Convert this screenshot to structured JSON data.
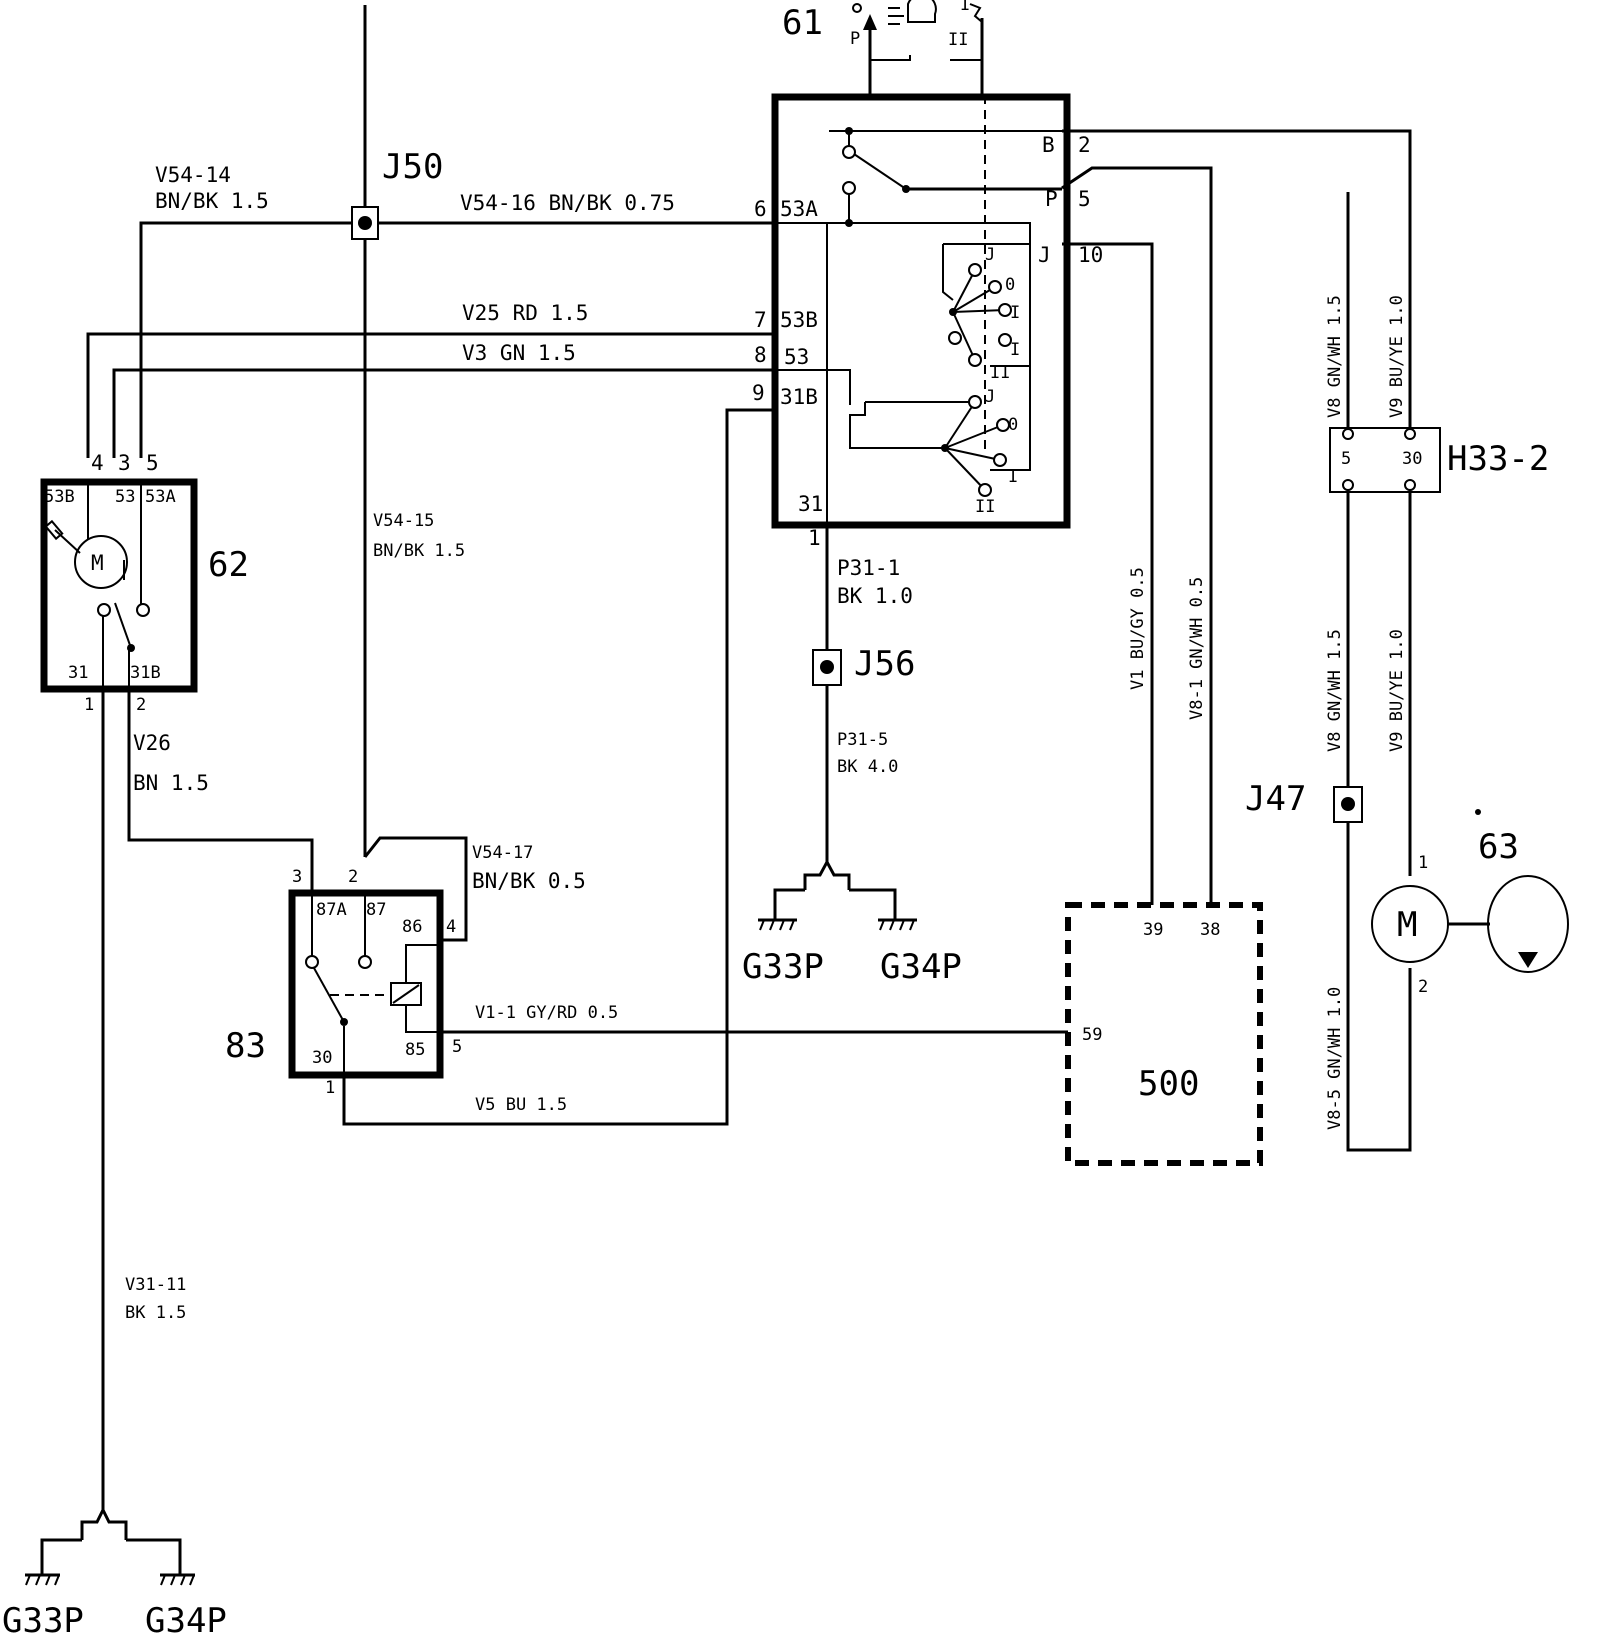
{
  "components": {
    "c61": {
      "id": "61",
      "pins": {
        "P": "P",
        "I": "I",
        "II": "II"
      }
    },
    "c62": {
      "id": "62",
      "motor": "M",
      "pins": {
        "p4": "4",
        "p3": "3",
        "p5": "5",
        "t53b": "53B",
        "t53": "53",
        "t53a": "53A",
        "t31": "31",
        "t31b": "31B",
        "p1": "1",
        "p2": "2"
      }
    },
    "c63": {
      "id": "63",
      "motor": "M",
      "pins": {
        "p1": "1",
        "p2": "2"
      }
    },
    "c83": {
      "id": "83",
      "pins": {
        "p3": "3",
        "p2": "2",
        "t87a": "87A",
        "t87": "87",
        "t86": "86",
        "p4": "4",
        "t85": "85",
        "p5": "5",
        "t30": "30",
        "p1": "1"
      }
    },
    "c500": {
      "id": "500",
      "pins": {
        "p39": "39",
        "p38": "38",
        "p59": "59"
      }
    },
    "switch": {
      "pins": {
        "p6": "6",
        "p7": "7",
        "p8": "8",
        "p9": "9",
        "p1": "1",
        "p2": "2",
        "p5": "5",
        "p10": "10"
      },
      "terms": {
        "t53a": "53A",
        "t53b": "53B",
        "t53": "53",
        "t31b": "31B",
        "t31": "31",
        "tB": "B",
        "tP": "P",
        "tJ": "J"
      },
      "pos": {
        "j1": "J",
        "o1": "0",
        "i1": "I",
        "ii1": "II",
        "j2": "J",
        "o2": "0",
        "i2": "I",
        "ii2": "II",
        "i3": "I"
      }
    },
    "h33": {
      "id": "H33-2",
      "pins": {
        "p5a": "5",
        "p30a": "30"
      }
    }
  },
  "junctions": {
    "j50": "J50",
    "j56": "J56",
    "j47": "J47"
  },
  "grounds": {
    "top_g33": "G33P",
    "top_g34": "G34P",
    "bot_g33": "G33P",
    "bot_g34": "G34P"
  },
  "wires": {
    "v54_14_a": "V54-14",
    "v54_14_b": "BN/BK  1.5",
    "v54_16": "V54-16 BN/BK 0.75",
    "v25": "V25 RD 1.5",
    "v3": "V3  GN 1.5",
    "v54_15_a": "V54-15",
    "v54_15_b": "BN/BK  1.5",
    "p31_1_a": "P31-1",
    "p31_1_b": "BK 1.0",
    "p31_5_a": "P31-5",
    "p31_5_b": "BK 4.0",
    "v26_a": "V26",
    "v26_b": "BN 1.5",
    "v54_17_a": "V54-17",
    "v54_17_b": "BN/BK 0.5",
    "v1_1": "V1-1 GY/RD 0.5",
    "v5": "V5  BU 1.5",
    "v31_11_a": "V31-11",
    "v31_11_b": "BK 1.5",
    "v1_bugy": "V1  BU/GY  0.5",
    "v8_1": "V8-1  GN/WH  0.5",
    "v8_top": "V8 GN/WH 1.5",
    "v9_top": "V9 BU/YE 1.0",
    "v8_mid": "V8  GN/WH  1.5",
    "v9_mid": "V9  BU/YE  1.0",
    "v8_5": "V8-5  GN/WH  1.0"
  }
}
